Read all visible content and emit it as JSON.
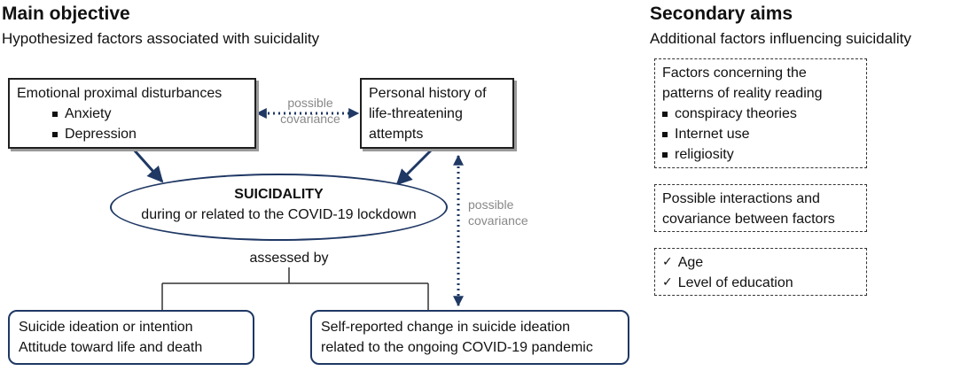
{
  "main": {
    "title": "Main objective",
    "subtitle": "Hypothesized factors associated with suicidality"
  },
  "secondary": {
    "title": "Secondary aims",
    "subtitle": "Additional factors influencing suicidality"
  },
  "emotional_box": {
    "title": "Emotional proximal disturbances",
    "items": [
      "Anxiety",
      "Depression"
    ]
  },
  "history_box": {
    "lines": [
      "Personal history of",
      "life-threatening",
      "attempts"
    ]
  },
  "covariance_top": {
    "line1": "possible",
    "line2": "covariance"
  },
  "covariance_right": {
    "line1": "possible",
    "line2": "covariance"
  },
  "suicidality": {
    "title": "SUICIDALITY",
    "subtitle": "during or related to the COVID-19 lockdown"
  },
  "assessed_by": "assessed by",
  "ideation_box": {
    "lines": [
      "Suicide ideation or intention",
      "Attitude toward life and death"
    ]
  },
  "change_box": {
    "lines": [
      "Self-reported change in suicide ideation",
      "related to the ongoing COVID-19 pandemic"
    ]
  },
  "reality_box": {
    "lines": [
      "Factors  concerning the",
      "patterns of reality reading"
    ],
    "items": [
      "conspiracy theories",
      "Internet use",
      "religiosity"
    ]
  },
  "interactions_box": {
    "lines": [
      "Possible interactions and",
      "covariance between factors"
    ]
  },
  "demographics_box": {
    "items": [
      "Age",
      "Level of education"
    ]
  },
  "colors": {
    "navy": "#1f3864",
    "grey_text": "#888888"
  },
  "icons": {
    "bullet": "square-bullet-icon",
    "check": "check-icon"
  }
}
